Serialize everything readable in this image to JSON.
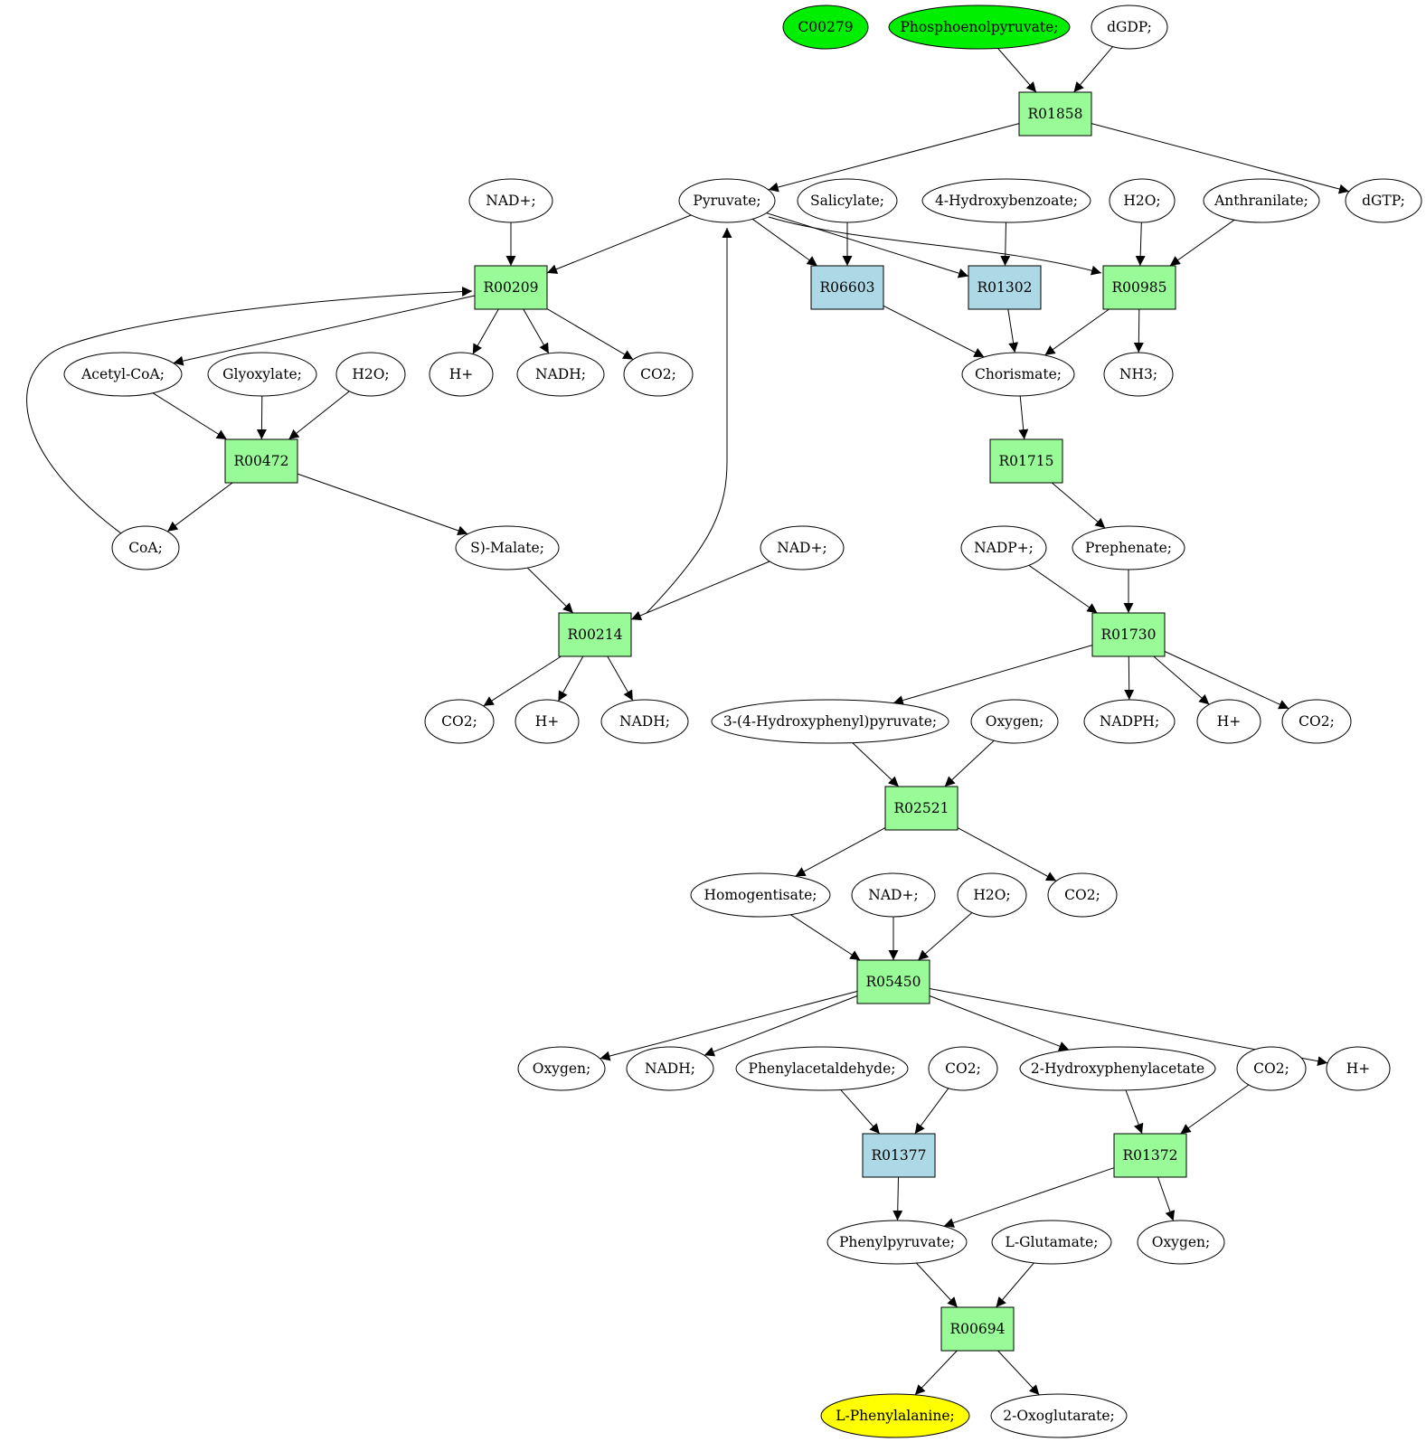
{
  "colors": {
    "compound_default": "#ffffff",
    "compound_start": "#00ee00",
    "compound_target": "#ffff00",
    "reaction_default": "#98fb98",
    "reaction_alt": "#add8e6"
  },
  "compounds": [
    {
      "id": "c1",
      "label": "C00279",
      "fill": "start"
    },
    {
      "id": "c2",
      "label": "Phosphoenolpyruvate;",
      "fill": "start"
    },
    {
      "id": "c3",
      "label": "dGDP;"
    },
    {
      "id": "c4",
      "label": "NAD+;"
    },
    {
      "id": "c5",
      "label": "Pyruvate;"
    },
    {
      "id": "c6",
      "label": "Salicylate;"
    },
    {
      "id": "c7",
      "label": "4-Hydroxybenzoate;"
    },
    {
      "id": "c8",
      "label": "H2O;"
    },
    {
      "id": "c9",
      "label": "Anthranilate;"
    },
    {
      "id": "c10",
      "label": "dGTP;"
    },
    {
      "id": "c11",
      "label": "Acetyl-CoA;"
    },
    {
      "id": "c12",
      "label": "Glyoxylate;"
    },
    {
      "id": "c13",
      "label": "H2O;"
    },
    {
      "id": "c14",
      "label": "H+"
    },
    {
      "id": "c15",
      "label": "NADH;"
    },
    {
      "id": "c16",
      "label": "CO2;"
    },
    {
      "id": "c17",
      "label": "Chorismate;"
    },
    {
      "id": "c18",
      "label": "NH3;"
    },
    {
      "id": "c19",
      "label": "CoA;"
    },
    {
      "id": "c20",
      "label": "S)-Malate;"
    },
    {
      "id": "c21",
      "label": "NAD+;"
    },
    {
      "id": "c22",
      "label": "NADP+;"
    },
    {
      "id": "c23",
      "label": "Prephenate;"
    },
    {
      "id": "c24",
      "label": "CO2;"
    },
    {
      "id": "c25",
      "label": "H+"
    },
    {
      "id": "c26",
      "label": "NADH;"
    },
    {
      "id": "c27",
      "label": "3-(4-Hydroxyphenyl)pyruvate;"
    },
    {
      "id": "c28",
      "label": "Oxygen;"
    },
    {
      "id": "c29",
      "label": "NADPH;"
    },
    {
      "id": "c30",
      "label": "H+"
    },
    {
      "id": "c31",
      "label": "CO2;"
    },
    {
      "id": "c32",
      "label": "Homogentisate;"
    },
    {
      "id": "c33",
      "label": "NAD+;"
    },
    {
      "id": "c34",
      "label": "H2O;"
    },
    {
      "id": "c35",
      "label": "CO2;"
    },
    {
      "id": "c36",
      "label": "Oxygen;"
    },
    {
      "id": "c37",
      "label": "NADH;"
    },
    {
      "id": "c38",
      "label": "Phenylacetaldehyde;"
    },
    {
      "id": "c39",
      "label": "CO2;"
    },
    {
      "id": "c40",
      "label": "2-Hydroxyphenylacetate"
    },
    {
      "id": "c41",
      "label": "CO2;"
    },
    {
      "id": "c42",
      "label": "H+"
    },
    {
      "id": "c43",
      "label": "Phenylpyruvate;"
    },
    {
      "id": "c44",
      "label": "L-Glutamate;"
    },
    {
      "id": "c45",
      "label": "Oxygen;"
    },
    {
      "id": "c46",
      "label": "L-Phenylalanine;",
      "fill": "target"
    },
    {
      "id": "c47",
      "label": "2-Oxoglutarate;"
    }
  ],
  "reactions": [
    {
      "id": "r1",
      "label": "R01858"
    },
    {
      "id": "r2",
      "label": "R00209"
    },
    {
      "id": "r3",
      "label": "R06603",
      "fill": "alt"
    },
    {
      "id": "r4",
      "label": "R01302",
      "fill": "alt"
    },
    {
      "id": "r5",
      "label": "R00985"
    },
    {
      "id": "r6",
      "label": "R00472"
    },
    {
      "id": "r7",
      "label": "R01715"
    },
    {
      "id": "r8",
      "label": "R00214"
    },
    {
      "id": "r9",
      "label": "R01730"
    },
    {
      "id": "r10",
      "label": "R02521"
    },
    {
      "id": "r11",
      "label": "R05450"
    },
    {
      "id": "r12",
      "label": "R01377",
      "fill": "alt"
    },
    {
      "id": "r13",
      "label": "R01372"
    },
    {
      "id": "r14",
      "label": "R00694"
    }
  ],
  "edges": [
    [
      "c2",
      "r1"
    ],
    [
      "c3",
      "r1"
    ],
    [
      "r1",
      "c5"
    ],
    [
      "r1",
      "c10"
    ],
    [
      "c4",
      "r2"
    ],
    [
      "c5",
      "r2"
    ],
    [
      "r2",
      "c11"
    ],
    [
      "r2",
      "c14"
    ],
    [
      "r2",
      "c15"
    ],
    [
      "r2",
      "c16"
    ],
    [
      "c19",
      "r2"
    ],
    [
      "c5",
      "r3"
    ],
    [
      "c6",
      "r3"
    ],
    [
      "r3",
      "c17"
    ],
    [
      "c5",
      "r4"
    ],
    [
      "c7",
      "r4"
    ],
    [
      "r4",
      "c17"
    ],
    [
      "c5",
      "r5"
    ],
    [
      "c8",
      "r5"
    ],
    [
      "c9",
      "r5"
    ],
    [
      "r5",
      "c17"
    ],
    [
      "r5",
      "c18"
    ],
    [
      "c11",
      "r6"
    ],
    [
      "c12",
      "r6"
    ],
    [
      "c13",
      "r6"
    ],
    [
      "r6",
      "c19"
    ],
    [
      "r6",
      "c20"
    ],
    [
      "c17",
      "r7"
    ],
    [
      "r7",
      "c23"
    ],
    [
      "c20",
      "r8"
    ],
    [
      "c21",
      "r8"
    ],
    [
      "r8",
      "c5"
    ],
    [
      "r8",
      "c24"
    ],
    [
      "r8",
      "c25"
    ],
    [
      "r8",
      "c26"
    ],
    [
      "c22",
      "r9"
    ],
    [
      "c23",
      "r9"
    ],
    [
      "r9",
      "c27"
    ],
    [
      "r9",
      "c29"
    ],
    [
      "r9",
      "c30"
    ],
    [
      "r9",
      "c31"
    ],
    [
      "c27",
      "r10"
    ],
    [
      "c28",
      "r10"
    ],
    [
      "r10",
      "c32"
    ],
    [
      "r10",
      "c35"
    ],
    [
      "c32",
      "r11"
    ],
    [
      "c33",
      "r11"
    ],
    [
      "c34",
      "r11"
    ],
    [
      "r11",
      "c36"
    ],
    [
      "r11",
      "c37"
    ],
    [
      "r11",
      "c40"
    ],
    [
      "r11",
      "c42"
    ],
    [
      "c38",
      "r12"
    ],
    [
      "c39",
      "r12"
    ],
    [
      "r12",
      "c43"
    ],
    [
      "c40",
      "r13"
    ],
    [
      "c41",
      "r13"
    ],
    [
      "r13",
      "c43"
    ],
    [
      "r13",
      "c45"
    ],
    [
      "c43",
      "r14"
    ],
    [
      "c44",
      "r14"
    ],
    [
      "r14",
      "c46"
    ],
    [
      "r14",
      "c47"
    ]
  ]
}
